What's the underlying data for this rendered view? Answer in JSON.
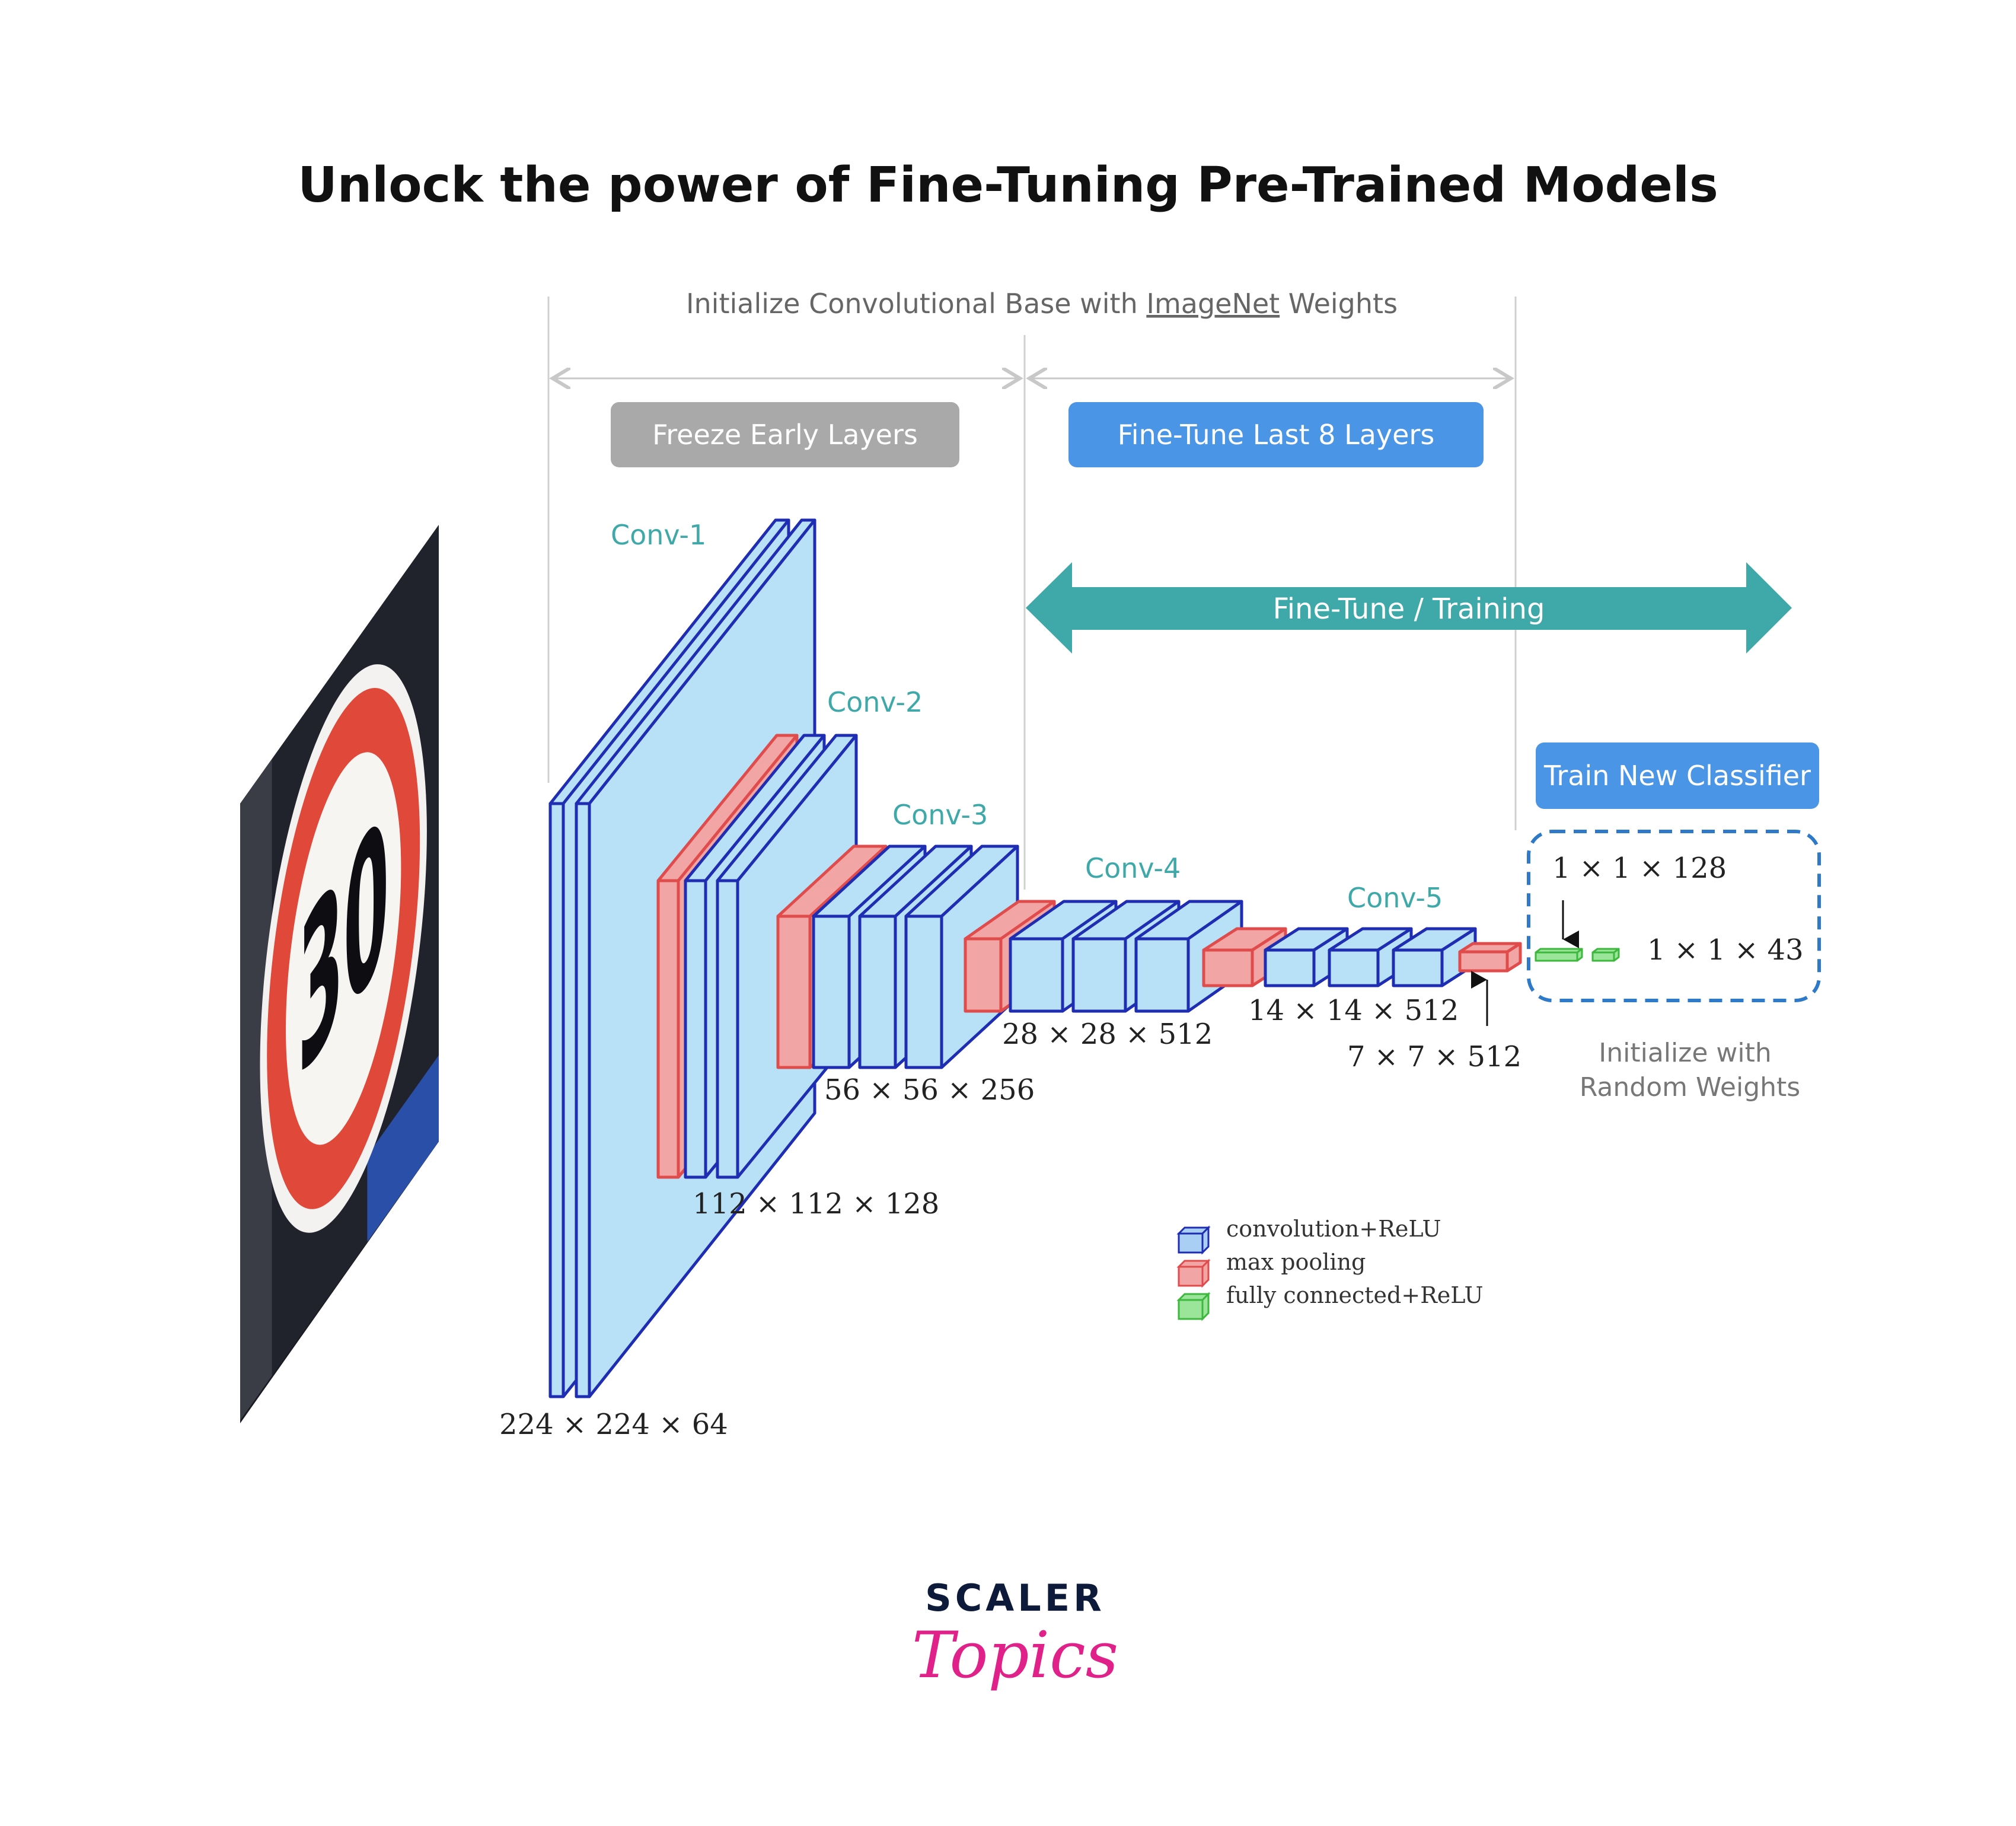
{
  "title": "Unlock the power of Fine-Tuning Pre-Trained Models",
  "header": {
    "init_prefix": "Initialize Convolutional Base with ",
    "init_link": "ImageNet",
    "init_suffix": " Weights"
  },
  "badges": {
    "freeze": "Freeze Early Layers",
    "finetune": "Fine-Tune Last 8 Layers",
    "arrow": "Fine-Tune / Training",
    "classifier": "Train New Classifier"
  },
  "sign": {
    "number": "30"
  },
  "stages": {
    "conv1": "Conv-1",
    "conv2": "Conv-2",
    "conv3": "Conv-3",
    "conv4": "Conv-4",
    "conv5": "Conv-5"
  },
  "dims": {
    "d224": "224 × 224 × 64",
    "d112": "112 × 112 × 128",
    "d56": "56 × 56 × 256",
    "d28": "28 × 28 × 512",
    "d14": "14 × 14 × 512",
    "d7": "7 × 7 × 512",
    "fc128": "1 × 1 × 128",
    "fc43": "1 × 1 × 43"
  },
  "classifier_note": {
    "line1": "Initialize with",
    "line2": "Random Weights"
  },
  "legend": [
    {
      "label": "convolution+ReLU",
      "color": "#a9cff5"
    },
    {
      "label": "max pooling",
      "color": "#f2a5a5"
    },
    {
      "label": "fully connected+ReLU",
      "color": "#9be59b"
    }
  ],
  "brand": {
    "line1": "SCALER",
    "line2": "Topics"
  },
  "colors": {
    "teal": "#3fa8a8",
    "badge_blue": "#4a95e6",
    "badge_gray": "#a9a9a9",
    "conv_fill": "#b8e0f7",
    "conv_stroke": "#1f2db3",
    "pool_fill": "#f2a5a5",
    "pool_stroke": "#e04c4c",
    "fc_fill": "#9be59b",
    "brand_pink": "#e0218a"
  }
}
